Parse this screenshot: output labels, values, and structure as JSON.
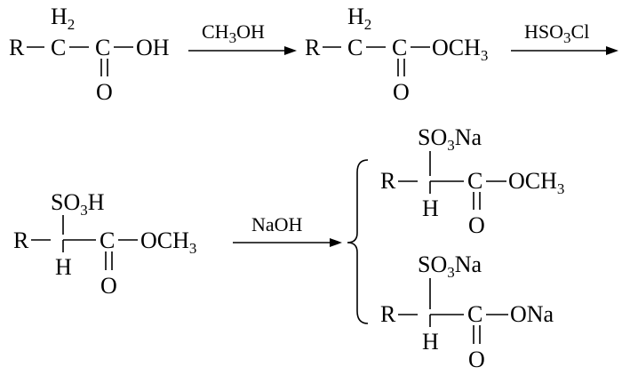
{
  "structures": {
    "s1": {
      "r": "R",
      "ch2_c": "C",
      "ch2_h": "H",
      "ch2_sub": "2",
      "carbonyl_c": "C",
      "oh": "OH",
      "o": "O"
    },
    "s2": {
      "r": "R",
      "ch2_c": "C",
      "ch2_h": "H",
      "ch2_sub": "2",
      "carbonyl_c": "C",
      "och3": "OCH",
      "och3_sub": "3",
      "o": "O"
    },
    "s3": {
      "r": "R",
      "h": "H",
      "so3h_a": "SO",
      "so3h_sub": "3",
      "so3h_b": "H",
      "carbonyl_c": "C",
      "och3": "OCH",
      "och3_sub": "3",
      "o": "O"
    },
    "p1": {
      "r": "R",
      "h": "H",
      "so3na_a": "SO",
      "so3na_sub": "3",
      "so3na_b": "Na",
      "carbonyl_c": "C",
      "och3": "OCH",
      "och3_sub": "3",
      "o": "O"
    },
    "p2": {
      "r": "R",
      "h": "H",
      "so3na_a": "SO",
      "so3na_sub": "3",
      "so3na_b": "Na",
      "carbonyl_c": "C",
      "ona": "ONa",
      "o": "O"
    }
  },
  "reagents": {
    "r1": {
      "a": "CH",
      "sub": "3",
      "b": "OH"
    },
    "r2": {
      "a": "HSO",
      "sub": "3",
      "b": "Cl"
    },
    "r3": {
      "a": "NaOH"
    }
  }
}
